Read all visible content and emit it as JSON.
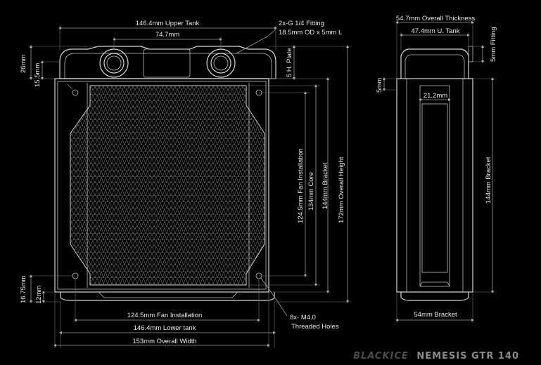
{
  "labels": {
    "upper_tank": "146.4mm Upper Tank",
    "fitting_spacing": "74.7mm",
    "fitting_line1": "2x-G 1/4 Fitting",
    "fitting_line2": "18.5mm OD x 5mm L",
    "h_plate": "5 H. Plate",
    "h26": "26mm",
    "h15_5": "15.5mm",
    "fan_install_v": "124.5mm Fan Installation",
    "core": "134mm Core",
    "bracket_v": "144mm Bracket",
    "overall_height": "172mm Overall Height",
    "h16_75": "16.75mm",
    "h12": "12mm",
    "fan_install_h": "124.5mm Fan Installation",
    "lower_tank": "146.4mm Lower tank",
    "overall_width": "153mm Overall Width",
    "holes_line1": "8x- M4.0",
    "holes_line2": "Threaded Holes",
    "overall_thickness": "54.7mm Overall Thickness",
    "u_tank": "47.4mm U. Tank",
    "fitting_5mm": "5mm Fitting",
    "side_5mm": "5mm",
    "side_21_2": "21.2mm",
    "side_bracket_v": "144mm Bracket",
    "side_bracket_h": "54mm Bracket"
  },
  "brand": {
    "name": "BLACKICE",
    "model": "NEMESIS GTR 140",
    "color_name": "#4a4a4a",
    "color_model": "#8a8a8a"
  },
  "colors": {
    "background": "#000000",
    "lines": "#d6d6d6",
    "dimensions": "#9a9a9a"
  }
}
